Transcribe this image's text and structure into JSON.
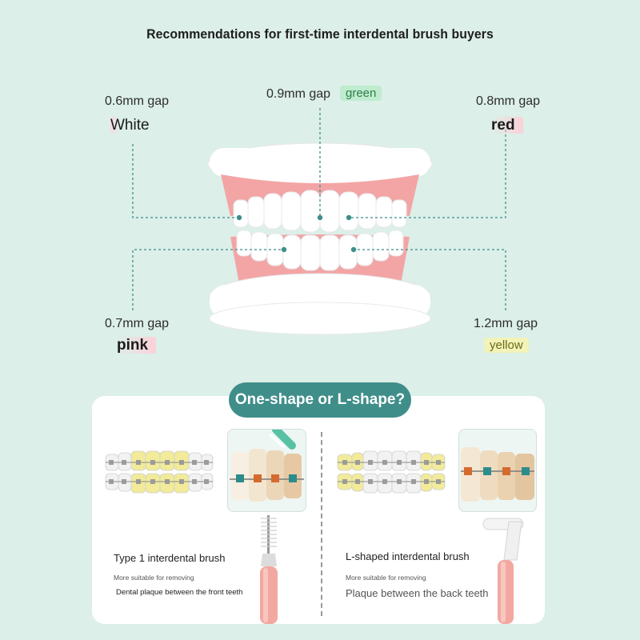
{
  "header": {
    "title": "Recommendations for first-time interdental brush buyers"
  },
  "gaps": {
    "top_left": {
      "gap": "0.6mm gap",
      "color": "White"
    },
    "top_center": {
      "gap": "0.9mm gap",
      "color": "green"
    },
    "top_right": {
      "gap": "0.8mm gap",
      "color": "red"
    },
    "bottom_left": {
      "gap": "0.7mm gap",
      "color": "pink"
    },
    "bottom_right": {
      "gap": "1.2mm gap",
      "color": "yellow"
    }
  },
  "comparison": {
    "heading": "One-shape or L-shape?",
    "left": {
      "title": "Type 1 interdental brush",
      "note_small": "More suitable for removing",
      "note_detail": "Dental plaque between the front teeth"
    },
    "right": {
      "title": "L-shaped interdental brush",
      "note_small": "More suitable for removing",
      "note_detail": "Plaque between the back teeth"
    }
  },
  "colors": {
    "background": "#dcefe8",
    "guide_line": "#3f8e8a",
    "pill": "#3f8e8a",
    "gum": "#f2a3a3"
  }
}
